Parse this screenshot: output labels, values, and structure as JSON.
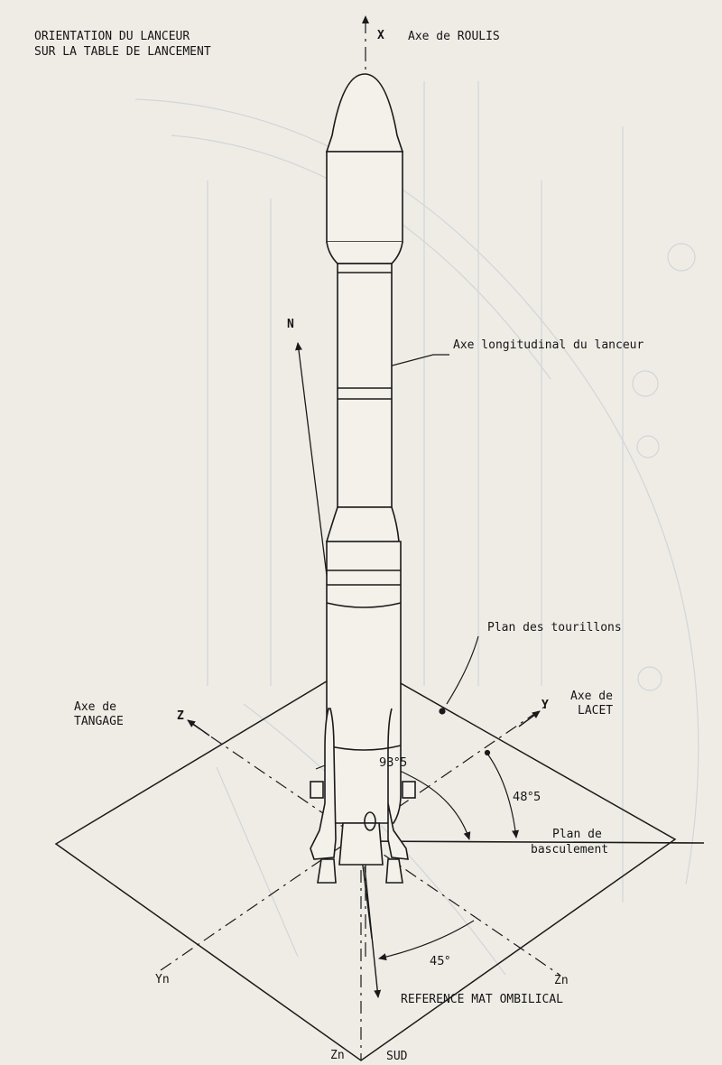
{
  "title": {
    "line1": "ORIENTATION DU LANCEUR",
    "line2": "SUR LA TABLE DE LANCEMENT"
  },
  "labels": {
    "x_axis": "X",
    "axe_roulis": "Axe de ROULIS",
    "north": "N",
    "axe_longitudinal": "Axe longitudinal du lanceur",
    "plan_tourillons": "Plan des tourillons",
    "axe_tangage_1": "Axe de",
    "axe_tangage_2": "TANGAGE",
    "axe_lacet_1": "Axe de",
    "axe_lacet_2": "LACET",
    "z_axis": "Z",
    "y_axis": "Y",
    "plan_basculement_1": "Plan de",
    "plan_basculement_2": "basculement",
    "yn": "Yn",
    "zn_right": "Zn",
    "zn_bottom": "Zn",
    "sud": "SUD",
    "reference": "REFERENCE MAT OMBILICAL"
  },
  "angles": {
    "a1": "93°5",
    "a2": "48°5",
    "a3": "45°"
  },
  "colors": {
    "ink": "#1a1a1a",
    "paper": "#efece6",
    "bleed_through": "#b9c3cf"
  }
}
